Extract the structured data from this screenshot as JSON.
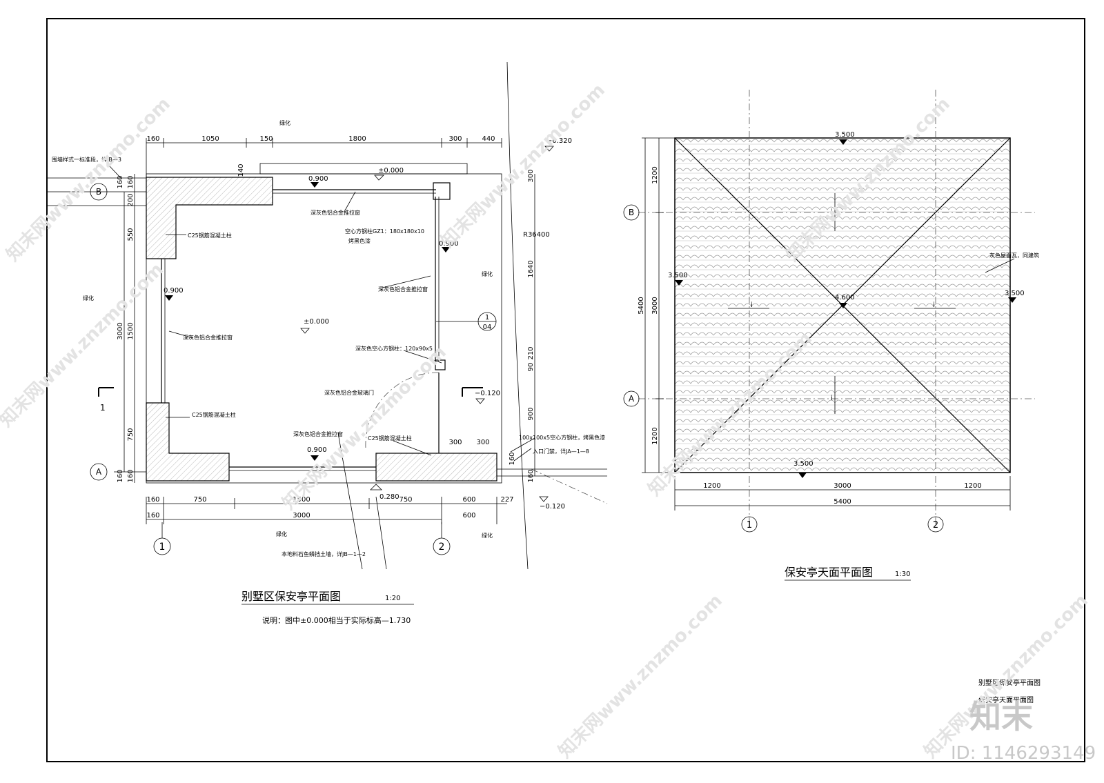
{
  "plan": {
    "title": "别墅区保安亭平面图",
    "scale": "1:20",
    "note": "说明：图中±0.000相当于实际标高—1.730",
    "top_dims": [
      "160",
      "1050",
      "150",
      "1800",
      "300",
      "440"
    ],
    "bottom_dims1": [
      "160",
      "750",
      "1500",
      "750",
      "600",
      "227"
    ],
    "bottom_dims2": [
      "160",
      "3000",
      "600"
    ],
    "left_dims": [
      "160",
      "160",
      "200",
      "550",
      "1500",
      "750",
      "160",
      "160"
    ],
    "left_total": "3000",
    "right_dims": [
      "300",
      "1640",
      "210",
      "90",
      "900",
      "160"
    ],
    "small_dims": {
      "d140": "140",
      "d300a": "300",
      "d300b": "300",
      "d160": "160"
    },
    "labels": {
      "greening_top": "绿化",
      "greening_left": "绿化",
      "greening_right": "绿化",
      "greening_bottom1": "绿化",
      "greening_bottom2": "绿化",
      "wall_ref": "围墙样式一标准段，详JB—3",
      "col1": "C25钢筋混凝土柱",
      "col2": "C25钢筋混凝土柱",
      "col3": "C25钢筋混凝土柱",
      "steel_col": "空心方钢柱GZ1：180x180x10",
      "steel_paint": "烤黑色漆",
      "win_top": "深灰色铝合金推拉窗",
      "win_right": "深灰色铝合金推拉窗",
      "win_left": "深灰色铝合金推拉窗",
      "win_bottom": "深灰色铝合金推拉窗",
      "door": "深灰色铝合金玻璃门",
      "steel_right": "深灰色空心方钢柱：120x90x5",
      "steel_entry": "100x100x5空心方钢柱，烤黑色漆",
      "gate": "入口门禁，详JA—1—8",
      "retaining": "本地料石鱼鳞挡土墙，详JB—1—2",
      "radius": "R36400"
    },
    "elev": {
      "e0a": "±0.000",
      "e0b": "±0.000",
      "e900a": "0.900",
      "e900b": "0.900",
      "e900c": "0.900",
      "e900d": "0.900",
      "em320": "−0.320",
      "em120a": "−0.120",
      "em120b": "−0.120",
      "e280": "0.280"
    },
    "axes": {
      "A": "A",
      "B": "B",
      "n1": "1",
      "n2": "2"
    },
    "section": {
      "mark": "1",
      "ref_top": "1",
      "ref_bot": "04"
    }
  },
  "roof": {
    "title": "保安亭天面平面图",
    "scale": "1:30",
    "left_dims": [
      "1200",
      "3000",
      "1200"
    ],
    "left_total": "5400",
    "bottom_dims": [
      "1200",
      "3000",
      "1200"
    ],
    "bottom_total": "5400",
    "elev": {
      "top": "3.500",
      "left": "3.500",
      "right": "3.500",
      "bottom": "3.500",
      "peak": "4.600"
    },
    "label": "灰色屋面瓦，同建筑",
    "axes": {
      "A": "A",
      "B": "B",
      "n1": "1",
      "n2": "2"
    },
    "slope": "i"
  },
  "titleblock": {
    "line1": "别墅区保安亭平面图",
    "line2": "保安亭天面平面图"
  },
  "watermark": {
    "text": "知末网www.znzmo.com",
    "brand": "知末",
    "id": "ID: 1146293149"
  }
}
